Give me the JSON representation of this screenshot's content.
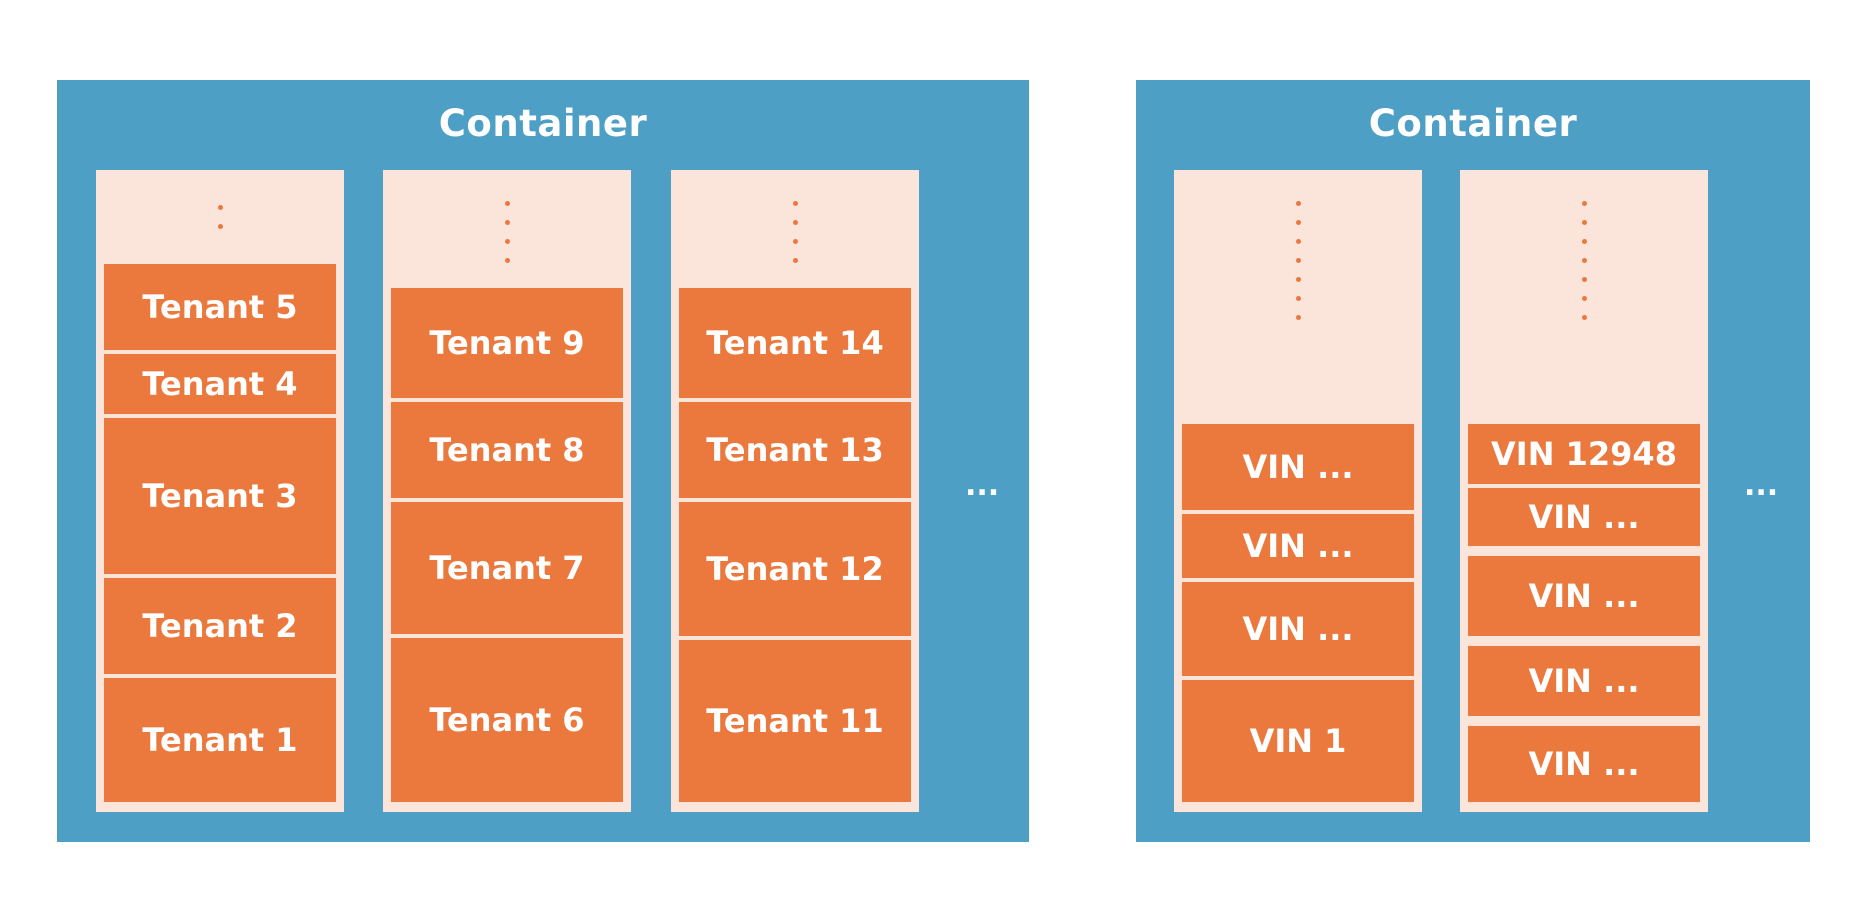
{
  "left_container": {
    "title": "Container",
    "more": "...",
    "columns": [
      {
        "blocks": [
          "Tenant 5",
          "Tenant 4",
          "Tenant 3",
          "Tenant 2",
          "Tenant 1"
        ]
      },
      {
        "blocks": [
          "Tenant 9",
          "Tenant 8",
          "Tenant 7",
          "Tenant 6"
        ]
      },
      {
        "blocks": [
          "Tenant 14",
          "Tenant 13",
          "Tenant 12",
          "Tenant 11"
        ]
      }
    ]
  },
  "right_container": {
    "title": "Container",
    "more": "...",
    "columns": [
      {
        "blocks": [
          "VIN ...",
          "VIN ...",
          "VIN ...",
          "VIN 1"
        ]
      },
      {
        "blocks": [
          "VIN 12948",
          "VIN ...",
          "VIN ...",
          "VIN ...",
          "VIN ..."
        ]
      }
    ]
  },
  "colors": {
    "container": "#4d9fc5",
    "column": "#fbe4d9",
    "block": "#eb783d",
    "text": "#ffffff"
  }
}
